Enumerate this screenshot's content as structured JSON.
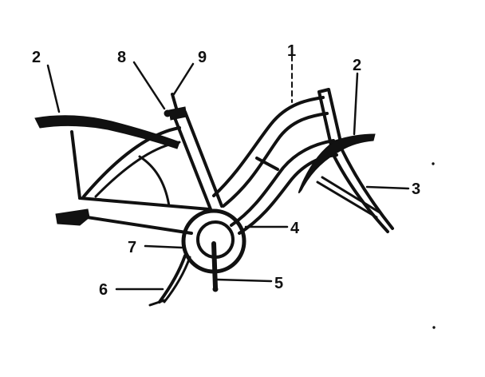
{
  "diagram": {
    "callouts": [
      {
        "id": "frame",
        "label": "1"
      },
      {
        "id": "fender-rear",
        "label": "2"
      },
      {
        "id": "fender-front",
        "label": "2"
      },
      {
        "id": "fender-brace",
        "label": "3"
      },
      {
        "id": "bottom-bracket",
        "label": "4"
      },
      {
        "id": "crank-arm",
        "label": "5"
      },
      {
        "id": "kickstand",
        "label": "6"
      },
      {
        "id": "chain-guard",
        "label": "7"
      },
      {
        "id": "seat-clamp-bolt",
        "label": "8"
      },
      {
        "id": "seat-post",
        "label": "9"
      }
    ],
    "colors": {
      "ink": "#111111",
      "paper": "#ffffff"
    }
  }
}
